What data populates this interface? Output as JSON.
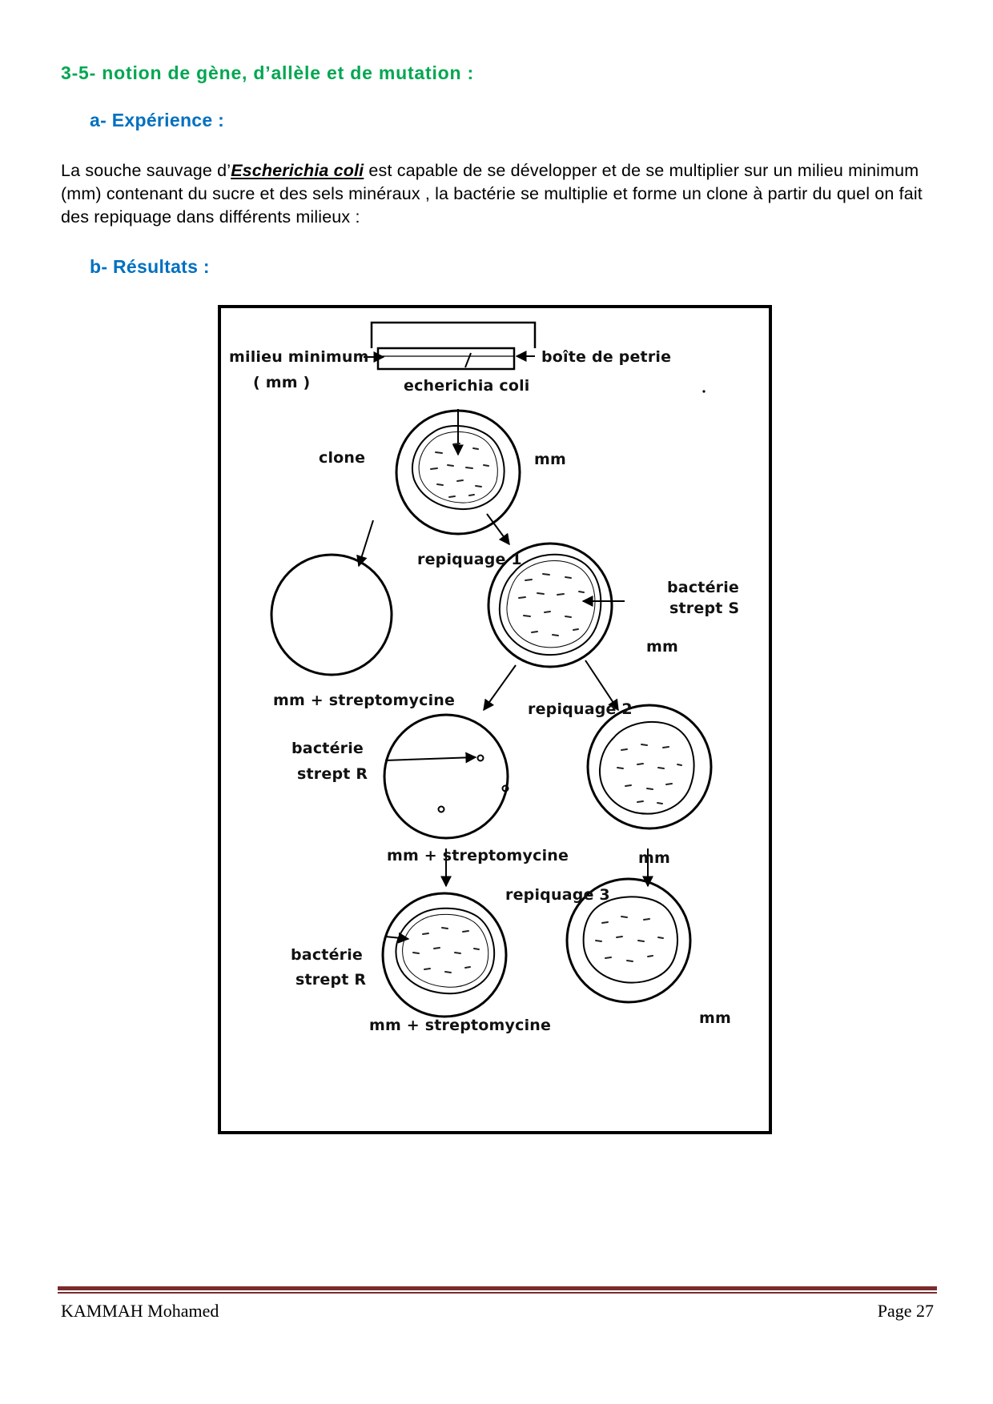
{
  "heading": "3-5- notion de gène, d’allèle et de mutation :",
  "subsections": {
    "experience": "a-  Expérience :",
    "resultats": "b-  Résultats :"
  },
  "paragraph": {
    "before": "La souche sauvage d’",
    "organism": "Escherichia coli",
    "after": " est capable de se développer et de se multiplier sur un milieu minimum (mm) contenant du sucre et des sels minéraux , la bactérie se multiplie et forme un clone à partir du quel on fait des repiquage dans différents milieux :"
  },
  "figure": {
    "labels": {
      "milieu_minimum": "milieu minimum",
      "mm_paren": "( mm )",
      "boite_petrie": "boîte de petrie",
      "echerichia": "echerichia coli",
      "clone": "clone",
      "mm_1": "mm",
      "repiquage1": "repiquage 1",
      "bacterie_s": "bactérie",
      "strept_s": "strept S",
      "mm_2": "mm",
      "mm_strepto_1": "mm + streptomycine",
      "repiquage2": "repiquage  2",
      "bacterie_r1": "bactérie",
      "strept_r1": "strept R",
      "mm_strepto_2": "mm + streptomycine",
      "mm_3": "mm",
      "repiquage3": "repiquage  3",
      "bacterie_r2": "bactérie",
      "strept_r2": "strept R",
      "mm_strepto_3": "mm + streptomycine",
      "mm_4": "mm"
    }
  },
  "footer": {
    "author": "KAMMAH Mohamed",
    "page": "Page 27"
  }
}
